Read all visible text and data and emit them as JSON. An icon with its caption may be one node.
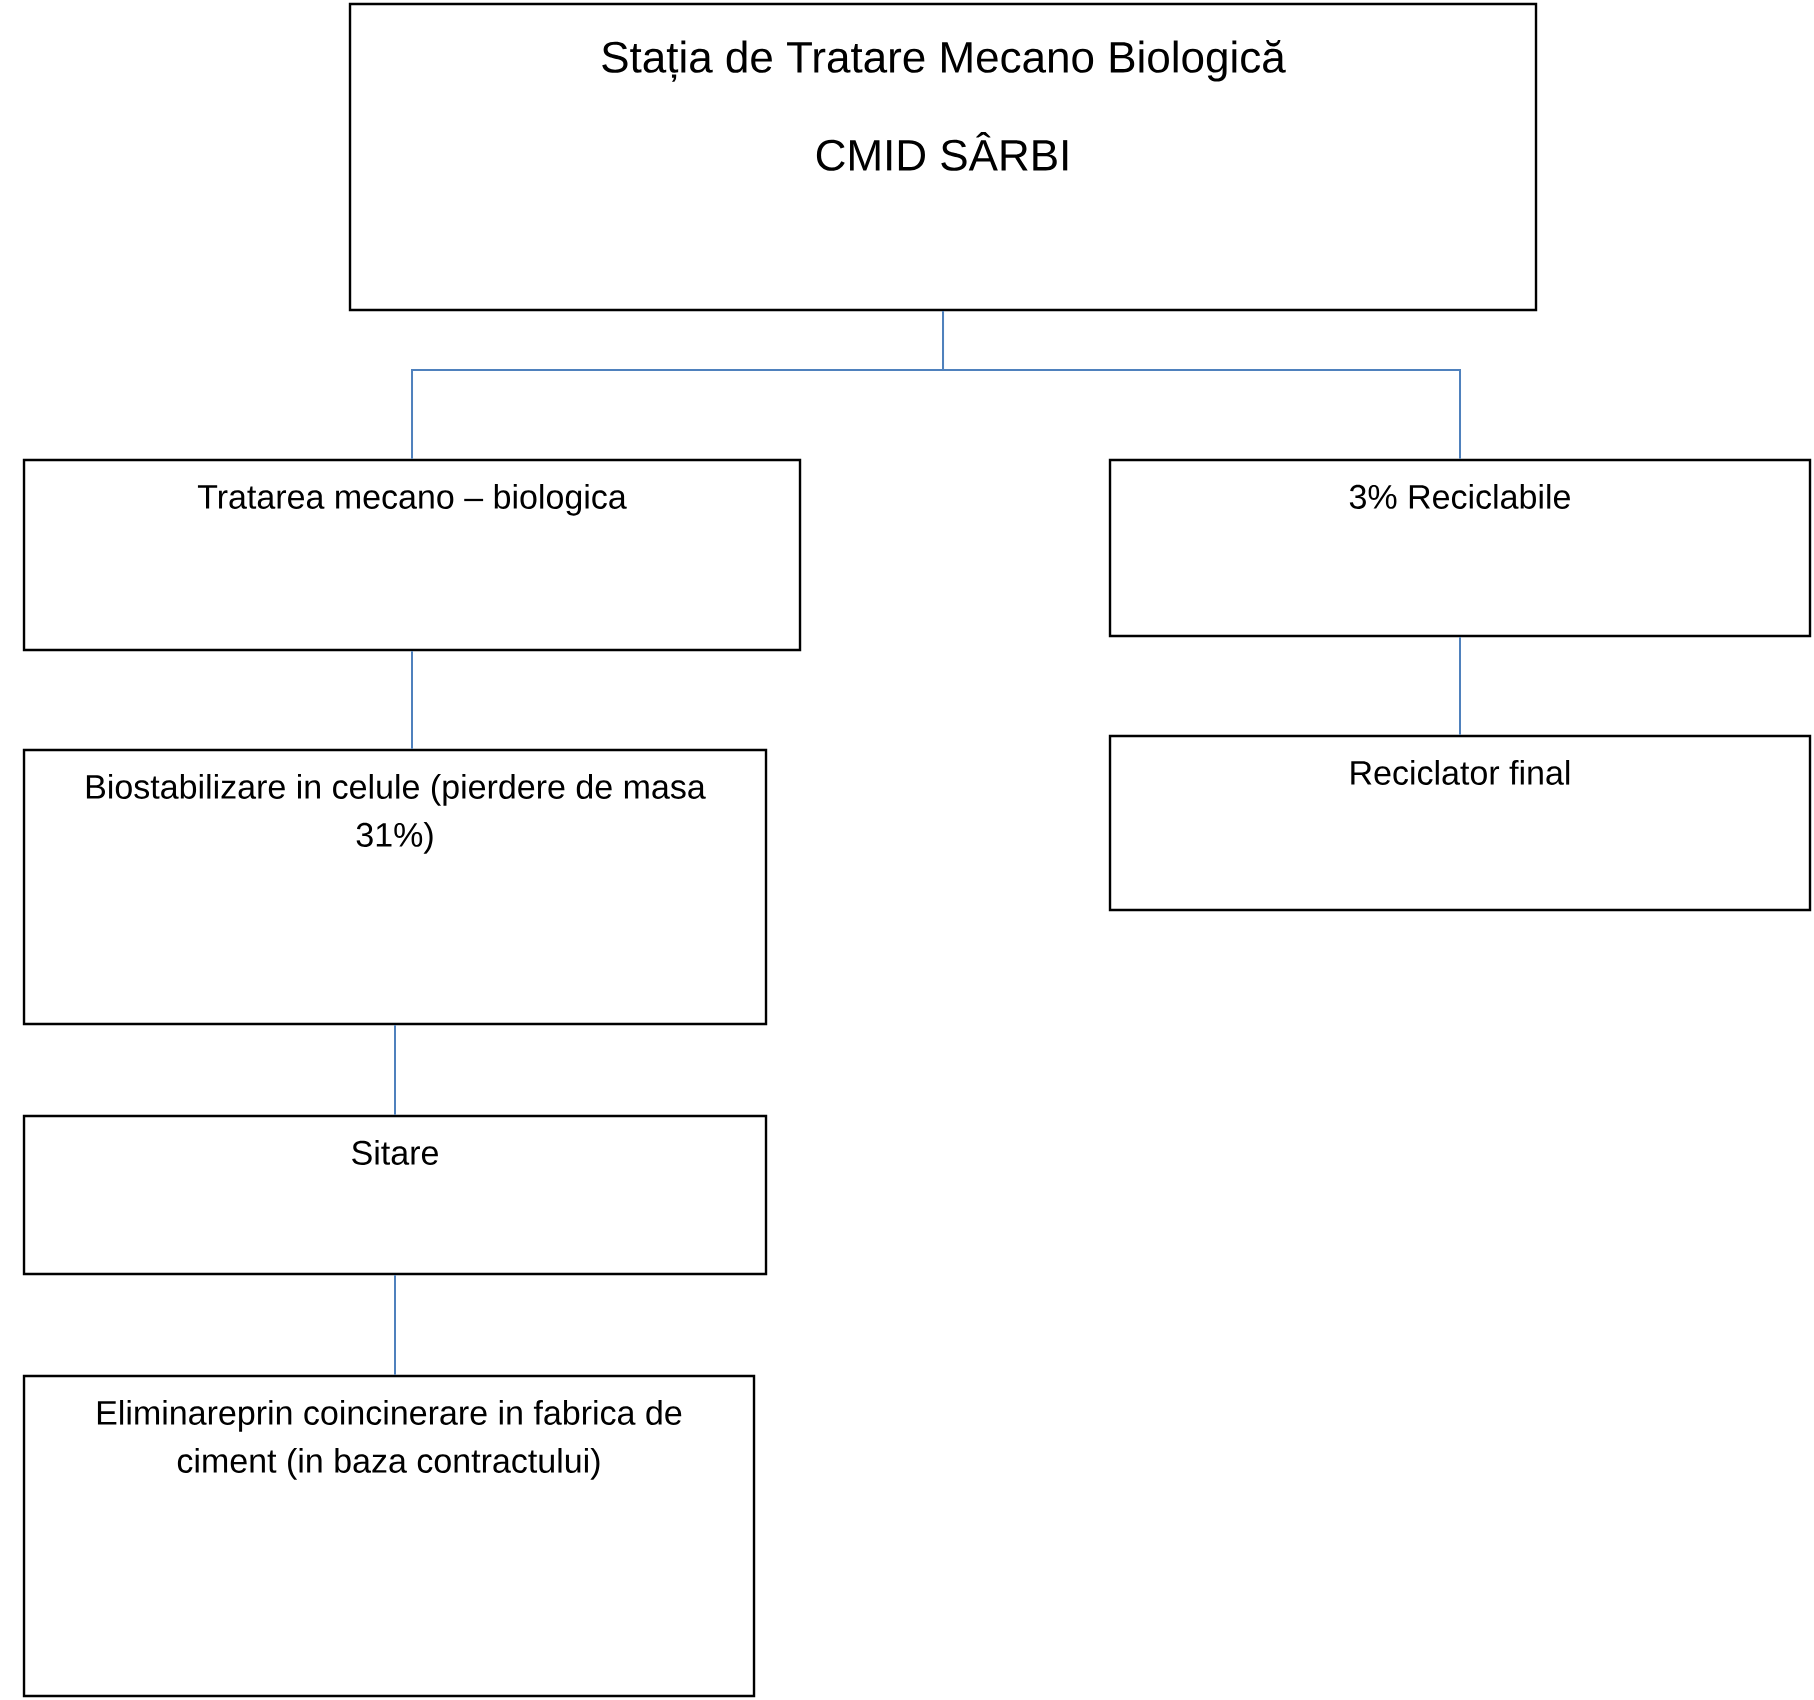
{
  "diagram": {
    "nodes": [
      {
        "text": [
          "Stația de Tratare Mecano Biologică",
          "CMID SÂRBI"
        ]
      },
      {
        "text": [
          "Tratarea mecano – biologica"
        ]
      },
      {
        "text": [
          "3% Reciclabile"
        ]
      },
      {
        "text": [
          "Reciclator final"
        ]
      },
      {
        "text": [
          "Biostabilizare in celule (pierdere de masa 31%)"
        ]
      },
      {
        "text": [
          "Sitare"
        ]
      },
      {
        "text": [
          "Eliminareprin coincinerare in fabrica de ciment (in baza contractului)"
        ]
      }
    ],
    "edges": [
      {
        "from": 0,
        "to": 1,
        "arrow": "none"
      },
      {
        "from": 0,
        "to": 2,
        "arrow": "none"
      },
      {
        "from": 1,
        "to": 4,
        "arrow": "none"
      },
      {
        "from": 4,
        "to": 5,
        "arrow": "none"
      },
      {
        "from": 5,
        "to": 6,
        "arrow": "none"
      },
      {
        "from": 2,
        "to": 3,
        "arrow": "none"
      }
    ]
  }
}
